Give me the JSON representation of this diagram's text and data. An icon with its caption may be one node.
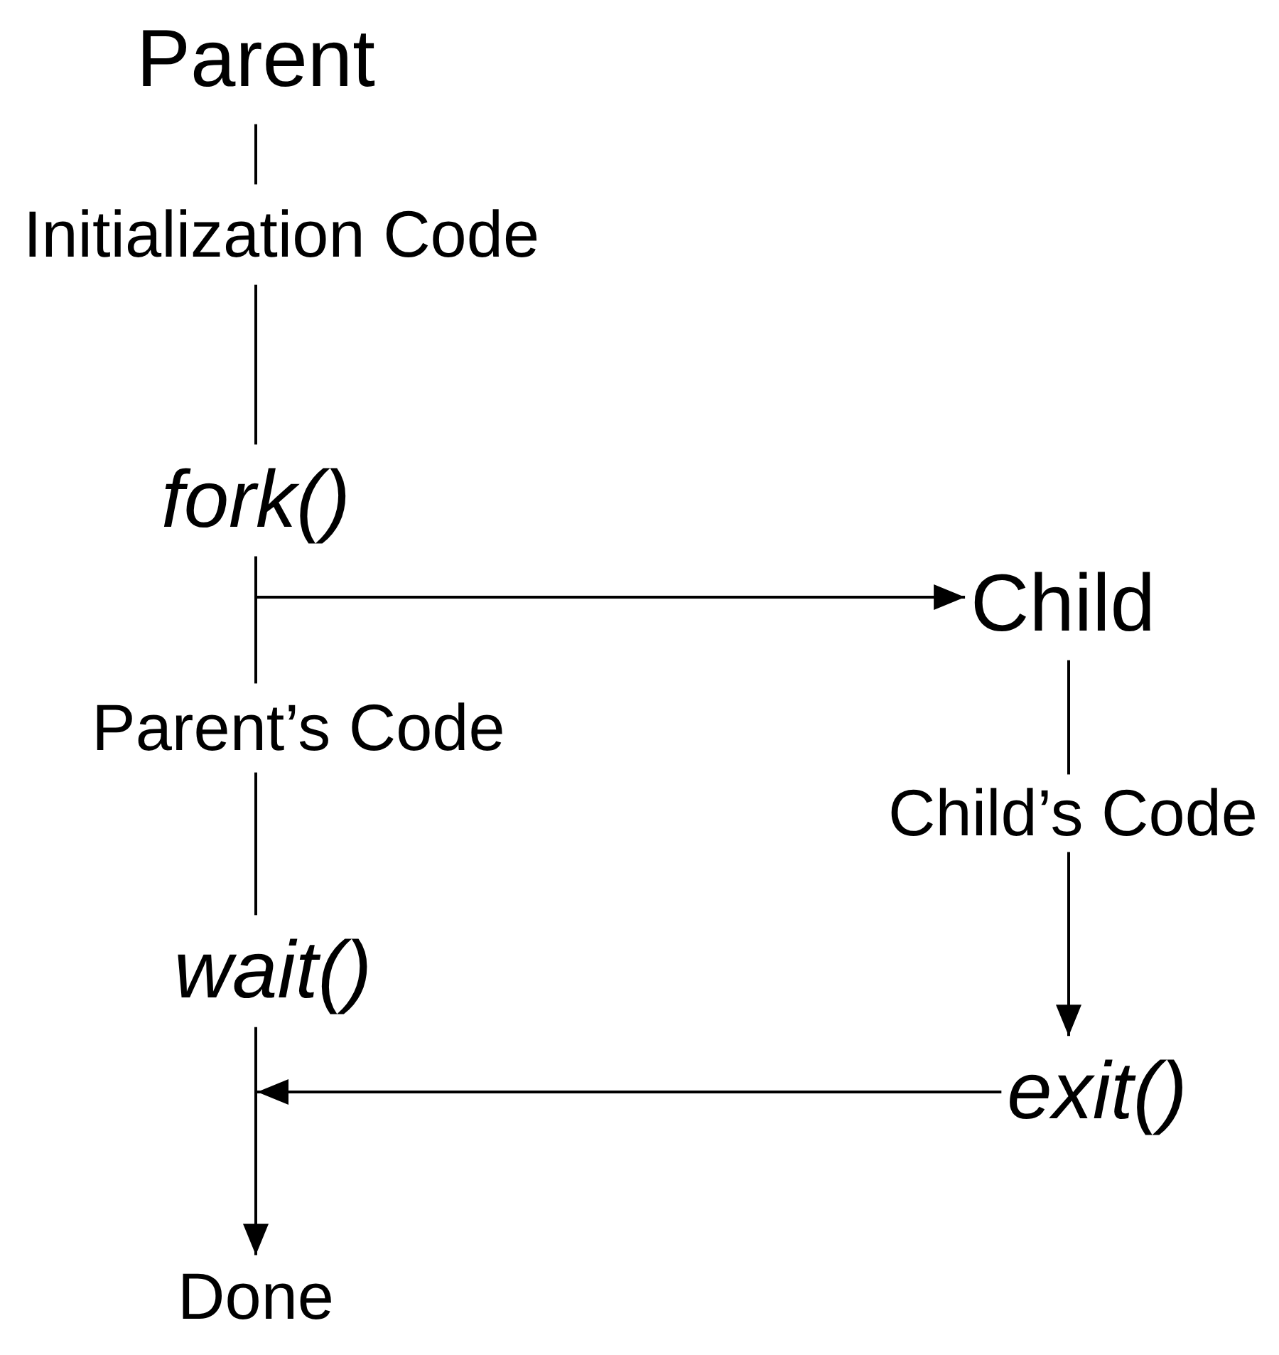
{
  "diagram": {
    "nodes": [
      {
        "text": [
          "Parent"
        ]
      },
      {
        "text": [
          "Initialization Code"
        ]
      },
      {
        "text": [
          "fork()"
        ]
      },
      {
        "text": [
          "Child"
        ]
      },
      {
        "text": [
          "Parent’s Code"
        ]
      },
      {
        "text": [
          "Child’s Code"
        ]
      },
      {
        "text": [
          "wait()"
        ]
      },
      {
        "text": [
          "exit()"
        ]
      },
      {
        "text": [
          "Done"
        ]
      }
    ],
    "edges": [
      {
        "from": 0,
        "to": 1,
        "arrow": "none"
      },
      {
        "from": 1,
        "to": 2,
        "arrow": "none"
      },
      {
        "from": 2,
        "to": 4,
        "arrow": "none"
      },
      {
        "from": 2,
        "to": 3,
        "arrow": "to"
      },
      {
        "from": 4,
        "to": 6,
        "arrow": "none"
      },
      {
        "from": 3,
        "to": 5,
        "arrow": "none"
      },
      {
        "from": 5,
        "to": 7,
        "arrow": "to"
      },
      {
        "from": 7,
        "to": 6,
        "arrow": "to"
      },
      {
        "from": 6,
        "to": 8,
        "arrow": "to"
      }
    ]
  }
}
